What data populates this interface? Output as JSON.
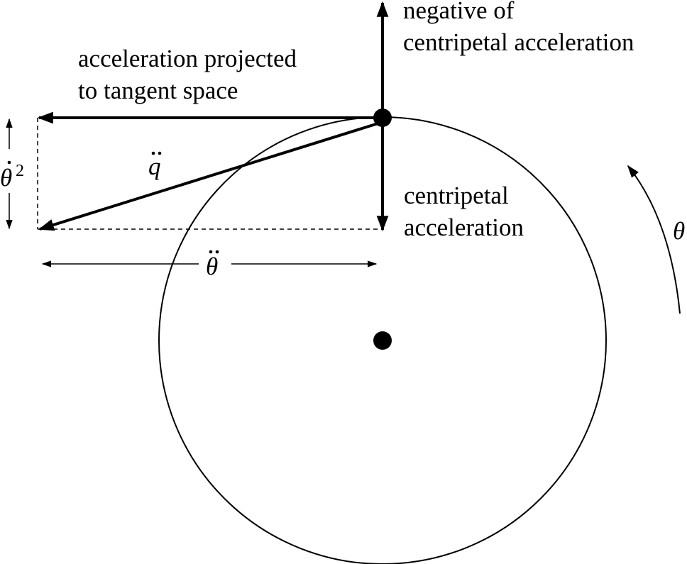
{
  "labels": {
    "negative_centripetal_line1": "negative of",
    "negative_centripetal_line2": "centripetal acceleration",
    "projected_line1": "acceleration projected",
    "projected_line2": "to tangent space",
    "centripetal_line1": "centripetal",
    "centripetal_line2": "acceleration"
  },
  "math": {
    "q_ddot": "q",
    "theta_dot_squared": "θ",
    "theta_dot_squared_exponent": "2",
    "theta_ddot": "θ",
    "theta": "θ"
  },
  "colors": {
    "ink": "#000000",
    "background": "#ffffff"
  }
}
